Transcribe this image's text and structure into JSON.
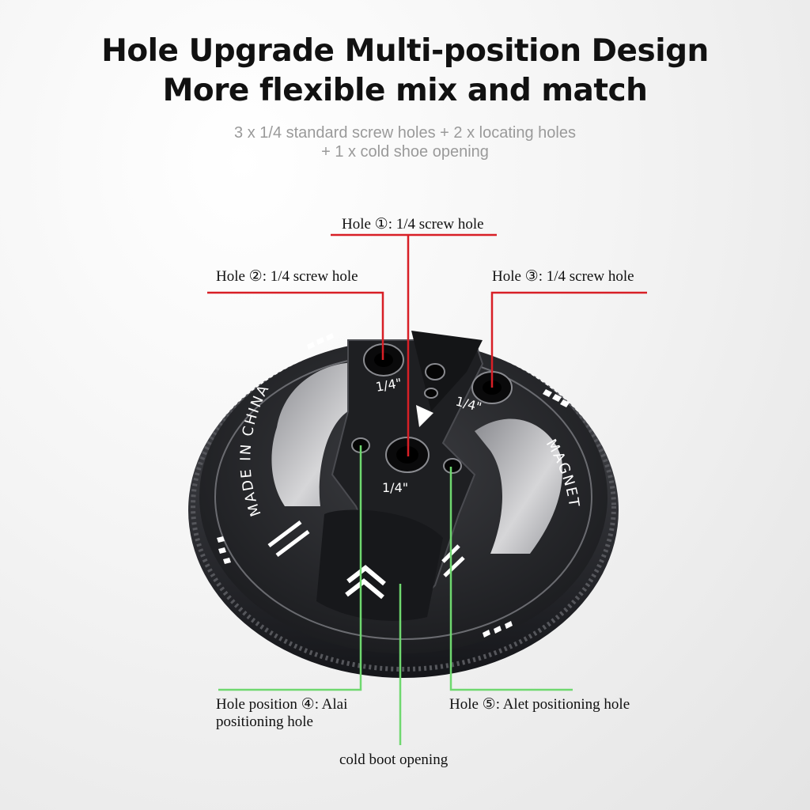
{
  "headline": {
    "line1": "Hole Upgrade Multi-position Design",
    "line2": "More flexible mix and match"
  },
  "subtitle": {
    "line1": "3 x 1/4 standard screw holes + 2 x locating holes",
    "line2": "+ 1 x cold shoe opening"
  },
  "callouts": {
    "hole1": "Hole ①: 1/4 screw hole",
    "hole2": "Hole ②: 1/4 screw hole",
    "hole3": "Hole ③: 1/4 screw hole",
    "hole4_line1": "Hole position ④: Alai",
    "hole4_line2": "positioning hole",
    "hole5": "Hole ⑤: Alet positioning hole",
    "cold_boot": "cold boot opening"
  },
  "plate_markings": {
    "left_arc": "MADE IN CHINA",
    "right_arc": "MAGNET",
    "hole_label_center": "1/4\"",
    "hole_label_left": "1/4\"",
    "hole_label_right": "1/4\""
  },
  "colors": {
    "leader_red": "#d81f26",
    "leader_green": "#6fd86f",
    "plate_dark": "#2a2b2e"
  },
  "icons": {
    "arrow_marker": "triangle-down-icon",
    "chevrons": "double-chevron-up-icon"
  }
}
